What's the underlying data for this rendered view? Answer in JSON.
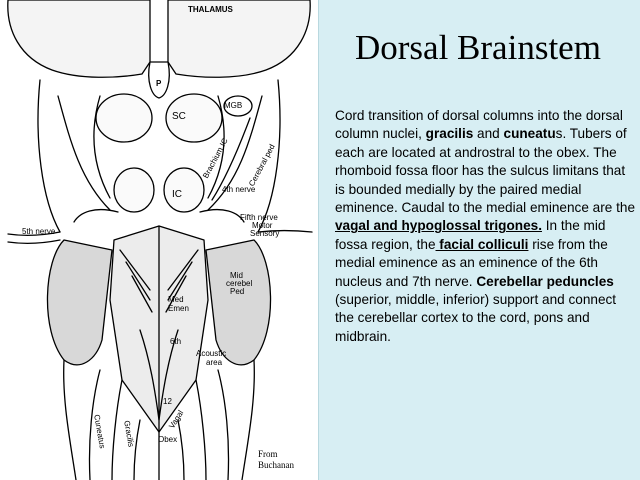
{
  "slide": {
    "title": "Dorsal Brainstem",
    "paragraph": [
      {
        "text": "Cord transition of dorsal columns into the dorsal column nuclei, ",
        "bold": false,
        "underline": false
      },
      {
        "text": "gracilis",
        "bold": true,
        "underline": false
      },
      {
        "text": " and ",
        "bold": false,
        "underline": false
      },
      {
        "text": "cuneatu",
        "bold": true,
        "underline": false
      },
      {
        "text": "s.  Tubers of each are located at androstral to the obex.  The rhomboid fossa floor has the sulcus limitans that is bounded medially by the paired  medial eminence. Caudal to the medial eminence are the ",
        "bold": false,
        "underline": false
      },
      {
        "text": "vagal and hypoglossal trigones.",
        "bold": true,
        "underline": true
      },
      {
        "text": "   In the  mid fossa region, the",
        "bold": false,
        "underline": false
      },
      {
        "text": " facial colliculi",
        "bold": true,
        "underline": true
      },
      {
        "text": " rise from the medial  eminence as an eminence of the 6th nucleus and 7th nerve.   ",
        "bold": false,
        "underline": false
      },
      {
        "text": "Cerebellar peduncles",
        "bold": true,
        "underline": false
      },
      {
        "text": " (superior, middle, inferior) support and connect the cerebellar cortex to the cord, pons and midbrain.",
        "bold": false,
        "underline": false
      }
    ]
  },
  "illustration": {
    "labels": {
      "thalamus": "THALAMUS",
      "p": "P",
      "sc": "SC",
      "mgb": "MGB",
      "brachium_ic": "Brachium IC",
      "cerebral_ped": "Cerebral ped",
      "ic": "IC",
      "fourth_nerve": "4th nerve",
      "fifth_nerve_left": "5th nerve",
      "fifth_nerve_right_1": "Fifth nerve",
      "fifth_nerve_right_2": "Motor",
      "fifth_nerve_right_3": "Sensory",
      "mid_cerebel_ped_1": "Mid",
      "mid_cerebel_ped_2": "cerebel",
      "mid_cerebel_ped_3": "Ped",
      "med_emen_1": "Med",
      "med_emen_2": "Emen",
      "sixth": "6th",
      "acoustic_area_1": "Acoustic",
      "acoustic_area_2": "area",
      "twelve": "12",
      "vagal": "Vagal",
      "obex": "Obex",
      "cuneatus": "Cuneatus",
      "gracilis": "Gracilis"
    },
    "credit_1": "From",
    "credit_2": "Buchanan"
  }
}
